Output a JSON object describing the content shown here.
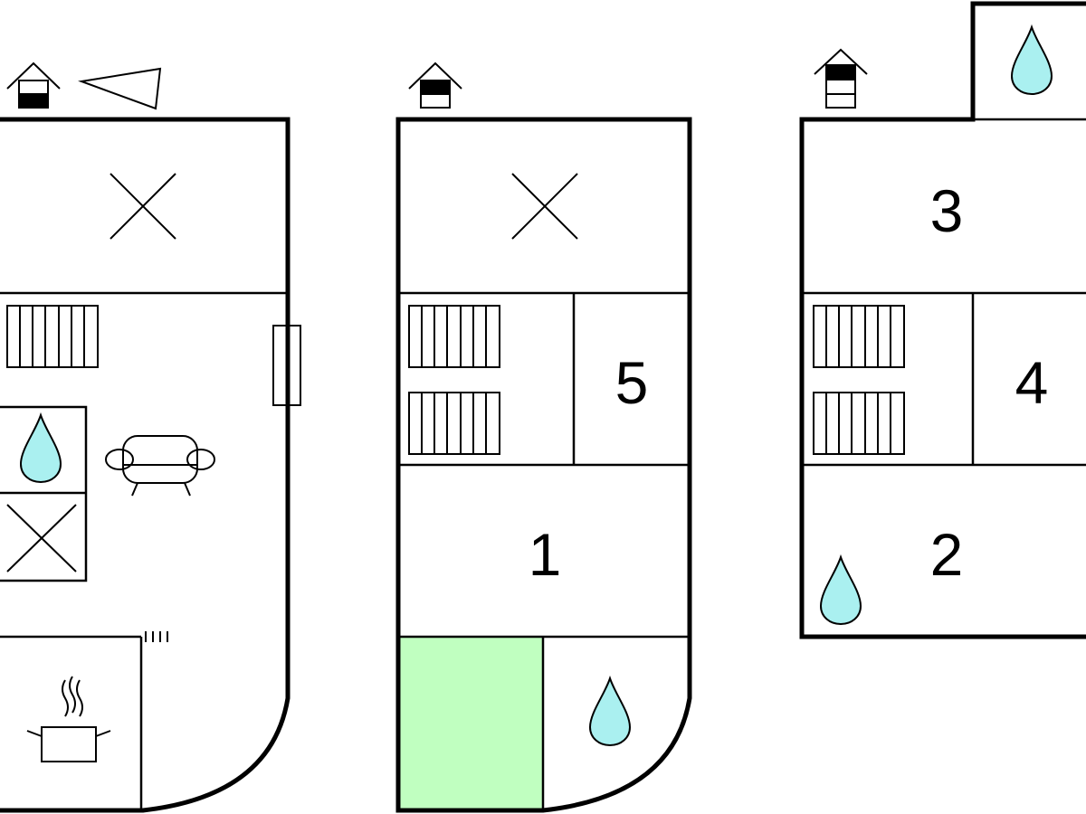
{
  "colors": {
    "water": "#aaf0f0",
    "terrace": "#c0ffc0",
    "wall": "#000000",
    "background": "#ffffff"
  },
  "floors": [
    {
      "name": "ground-floor",
      "icons": [
        "floor-level-icon",
        "compass-arrow-icon",
        "x-mark-icon",
        "radiator-icon",
        "water-drop-icon",
        "x-mark-icon",
        "sofa-icon",
        "cooking-pot-icon",
        "window-icon"
      ],
      "rooms": []
    },
    {
      "name": "first-floor",
      "icons": [
        "floor-level-icon",
        "x-mark-icon",
        "radiator-icon",
        "radiator-icon",
        "water-drop-icon"
      ],
      "rooms": [
        {
          "number": "5"
        },
        {
          "number": "1"
        }
      ]
    },
    {
      "name": "second-floor",
      "icons": [
        "floor-level-icon",
        "water-drop-icon",
        "radiator-icon",
        "radiator-icon",
        "water-drop-icon"
      ],
      "rooms": [
        {
          "number": "3"
        },
        {
          "number": "4"
        },
        {
          "number": "2"
        }
      ]
    }
  ]
}
